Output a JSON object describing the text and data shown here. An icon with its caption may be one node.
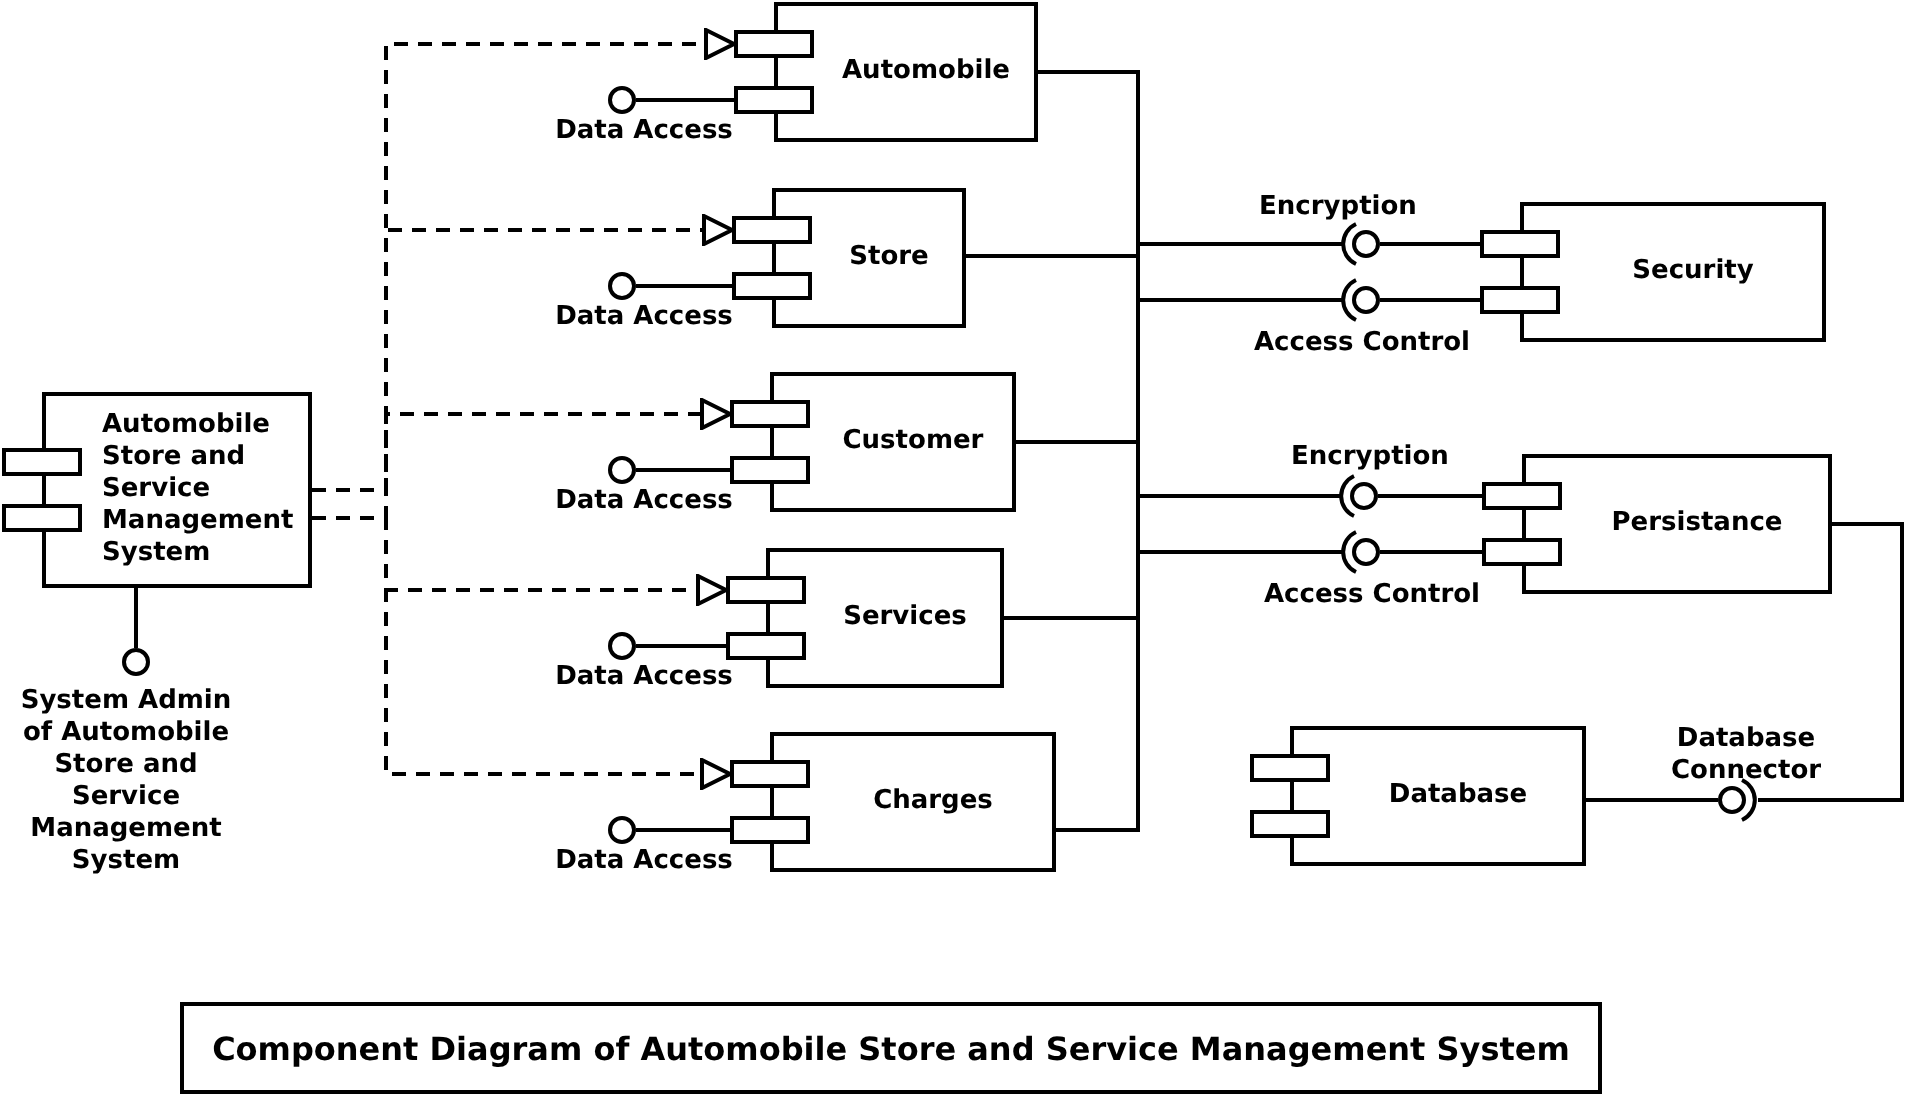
{
  "diagram": {
    "title": "Component Diagram of Automobile Store and Service Management System",
    "nodes": [
      {
        "text": [
          "Automobile"
        ]
      },
      {
        "text": [
          "Store"
        ]
      },
      {
        "text": [
          "Customer"
        ]
      },
      {
        "text": [
          "Services"
        ]
      },
      {
        "text": [
          "Charges"
        ]
      },
      {
        "text": [
          "Automobile Store and Service Management System"
        ]
      },
      {
        "text": [
          "Security"
        ]
      },
      {
        "text": [
          "Persistance"
        ]
      },
      {
        "text": [
          "Database"
        ]
      },
      {
        "text": [
          "Data Access"
        ]
      },
      {
        "text": [
          "Data Access"
        ]
      },
      {
        "text": [
          "Data Access"
        ]
      },
      {
        "text": [
          "Data Access"
        ]
      },
      {
        "text": [
          "Data Access"
        ]
      },
      {
        "text": [
          "System Admin of Automobile Store and Service Management System"
        ]
      },
      {
        "text": [
          "Encryption"
        ]
      },
      {
        "text": [
          "Access Control"
        ]
      },
      {
        "text": [
          "Encryption"
        ]
      },
      {
        "text": [
          "Access Control"
        ]
      },
      {
        "text": [
          "Database Connector"
        ]
      }
    ],
    "edges": [
      {
        "from": 5,
        "to": 0,
        "arrow": "to",
        "style": "dashed"
      },
      {
        "from": 5,
        "to": 1,
        "arrow": "to",
        "style": "dashed"
      },
      {
        "from": 5,
        "to": 2,
        "arrow": "to",
        "style": "dashed"
      },
      {
        "from": 5,
        "to": 3,
        "arrow": "to",
        "style": "dashed"
      },
      {
        "from": 5,
        "to": 4,
        "arrow": "to",
        "style": "dashed"
      },
      {
        "from": 0,
        "to": 9,
        "arrow": "none"
      },
      {
        "from": 1,
        "to": 10,
        "arrow": "none"
      },
      {
        "from": 2,
        "to": 11,
        "arrow": "none"
      },
      {
        "from": 3,
        "to": 12,
        "arrow": "none"
      },
      {
        "from": 4,
        "to": 13,
        "arrow": "none"
      },
      {
        "from": 5,
        "to": 14,
        "arrow": "none"
      },
      {
        "from": 0,
        "to": 15,
        "arrow": "none"
      },
      {
        "from": 0,
        "to": 16,
        "arrow": "none"
      },
      {
        "from": 0,
        "to": 17,
        "arrow": "none"
      },
      {
        "from": 0,
        "to": 18,
        "arrow": "none"
      },
      {
        "from": 1,
        "to": 15,
        "arrow": "none"
      },
      {
        "from": 1,
        "to": 16,
        "arrow": "none"
      },
      {
        "from": 1,
        "to": 17,
        "arrow": "none"
      },
      {
        "from": 1,
        "to": 18,
        "arrow": "none"
      },
      {
        "from": 2,
        "to": 15,
        "arrow": "none"
      },
      {
        "from": 2,
        "to": 16,
        "arrow": "none"
      },
      {
        "from": 2,
        "to": 17,
        "arrow": "none"
      },
      {
        "from": 2,
        "to": 18,
        "arrow": "none"
      },
      {
        "from": 3,
        "to": 15,
        "arrow": "none"
      },
      {
        "from": 3,
        "to": 16,
        "arrow": "none"
      },
      {
        "from": 3,
        "to": 17,
        "arrow": "none"
      },
      {
        "from": 3,
        "to": 18,
        "arrow": "none"
      },
      {
        "from": 4,
        "to": 15,
        "arrow": "none"
      },
      {
        "from": 4,
        "to": 16,
        "arrow": "none"
      },
      {
        "from": 4,
        "to": 17,
        "arrow": "none"
      },
      {
        "from": 4,
        "to": 18,
        "arrow": "none"
      },
      {
        "from": 15,
        "to": 6,
        "arrow": "none"
      },
      {
        "from": 16,
        "to": 6,
        "arrow": "none"
      },
      {
        "from": 17,
        "to": 7,
        "arrow": "none"
      },
      {
        "from": 18,
        "to": 7,
        "arrow": "none"
      },
      {
        "from": 8,
        "to": 19,
        "arrow": "none"
      },
      {
        "from": 19,
        "to": 7,
        "arrow": "none"
      }
    ]
  }
}
